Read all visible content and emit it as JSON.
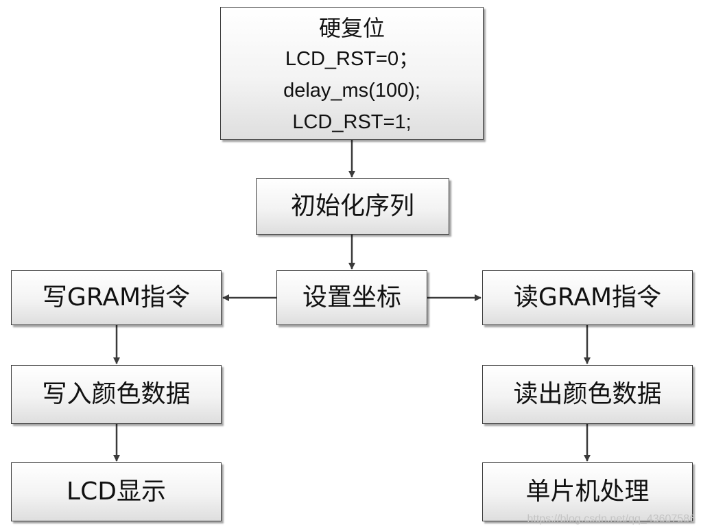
{
  "nodes": {
    "hard_reset": {
      "title": "硬复位",
      "lines": [
        "LCD_RST=0；",
        "delay_ms(100);",
        "LCD_RST=1;"
      ]
    },
    "init_sequence": {
      "label": "初始化序列"
    },
    "set_coordinates": {
      "label": "设置坐标"
    },
    "write_gram_command": {
      "label": "写GRAM指令"
    },
    "read_gram_command": {
      "label": "读GRAM指令"
    },
    "write_color_data": {
      "label": "写入颜色数据"
    },
    "read_color_data": {
      "label": "读出颜色数据"
    },
    "lcd_display": {
      "label": "LCD显示"
    },
    "mcu_processing": {
      "label": "单片机处理"
    }
  },
  "edges": [
    {
      "from": "hard_reset",
      "to": "init_sequence"
    },
    {
      "from": "init_sequence",
      "to": "set_coordinates"
    },
    {
      "from": "set_coordinates",
      "to": "write_gram_command"
    },
    {
      "from": "set_coordinates",
      "to": "read_gram_command"
    },
    {
      "from": "write_gram_command",
      "to": "write_color_data"
    },
    {
      "from": "write_color_data",
      "to": "lcd_display"
    },
    {
      "from": "read_gram_command",
      "to": "read_color_data"
    },
    {
      "from": "read_color_data",
      "to": "mcu_processing"
    }
  ],
  "colors": {
    "box_border": "#3a3a3a",
    "arrow": "#3a3a3a",
    "text": "#111111"
  },
  "watermark": "https://blog.csdn.net/qq_43607586"
}
